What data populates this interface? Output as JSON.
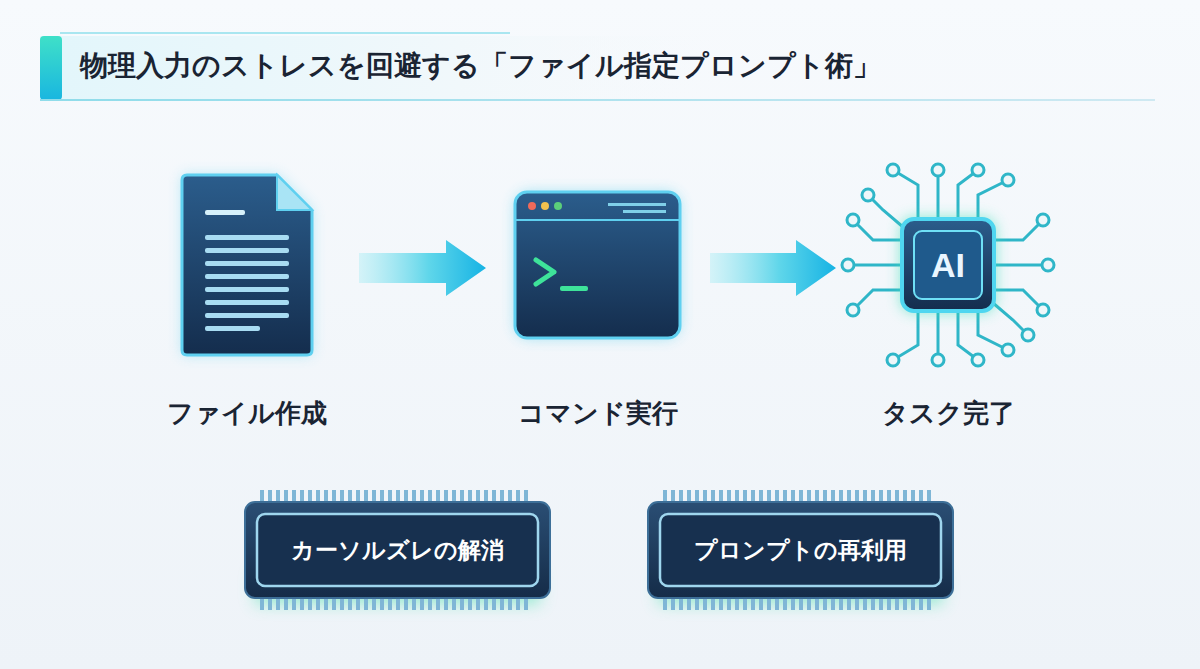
{
  "diagram": {
    "title": "物理入力のストレスを回避する「ファイル指定プロンプト術」",
    "nodes": [
      {
        "text": [
          "ファイル作成"
        ]
      },
      {
        "text": [
          "コマンド実行"
        ]
      },
      {
        "text": [
          "AI",
          "タスク完了"
        ]
      },
      {
        "text": [
          "カーソルズレの解消"
        ]
      },
      {
        "text": [
          "プロンプトの再利用"
        ]
      }
    ],
    "edges": [
      {
        "from": 0,
        "to": 1,
        "arrow": "to"
      },
      {
        "from": 1,
        "to": 2,
        "arrow": "to"
      }
    ]
  }
}
